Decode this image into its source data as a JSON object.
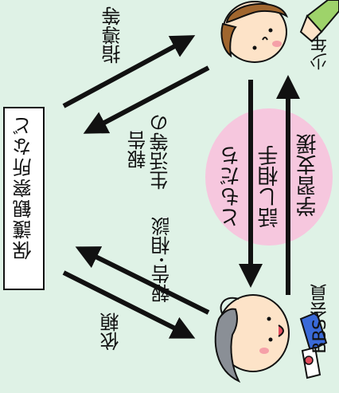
{
  "nodes": {
    "org": "保護観察所など",
    "youth": "少年",
    "member": "BBS会員"
  },
  "labels": {
    "guidance": "指導等",
    "life_report_line1": "生活等の",
    "life_report_line2": "報告",
    "consult": "報告･相談",
    "request": "依頼",
    "friend": "ともだち",
    "talk": "話し相手",
    "study": "学習支援"
  },
  "colors": {
    "background": "#dff2e6",
    "arrow": "#111111",
    "bubble": "#f6c7de",
    "box_border": "#111111"
  },
  "icons": [
    "youth-face-icon",
    "member-face-icon",
    "green-ribbon-icon",
    "blue-ribbon-icon"
  ]
}
